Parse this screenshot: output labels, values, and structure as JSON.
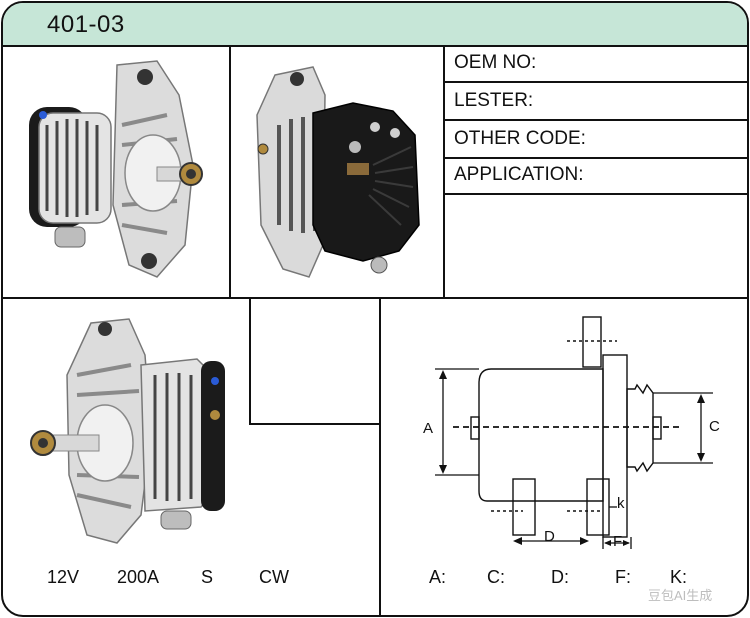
{
  "header": {
    "part_number": "401-03"
  },
  "info_table": {
    "rows": [
      {
        "label": "OEM NO:"
      },
      {
        "label": "LESTER:"
      },
      {
        "label": "OTHER CODE:"
      },
      {
        "label": "APPLICATION:"
      }
    ]
  },
  "specs": {
    "voltage": "12V",
    "amperage": "200A",
    "type": "S",
    "rotation": "CW"
  },
  "drawing": {
    "labels": {
      "A": "A",
      "C": "C",
      "D": "D",
      "F": "F",
      "K": "k"
    }
  },
  "dimensions": {
    "A": "A:",
    "C": "C:",
    "D": "D:",
    "F": "F:",
    "K": "K:"
  },
  "watermark": "豆包AI生成",
  "colors": {
    "header_bg": "#c6e6d7",
    "border": "#111111",
    "alt_body": "#c9c9c9",
    "alt_dark": "#1b1b1b"
  }
}
